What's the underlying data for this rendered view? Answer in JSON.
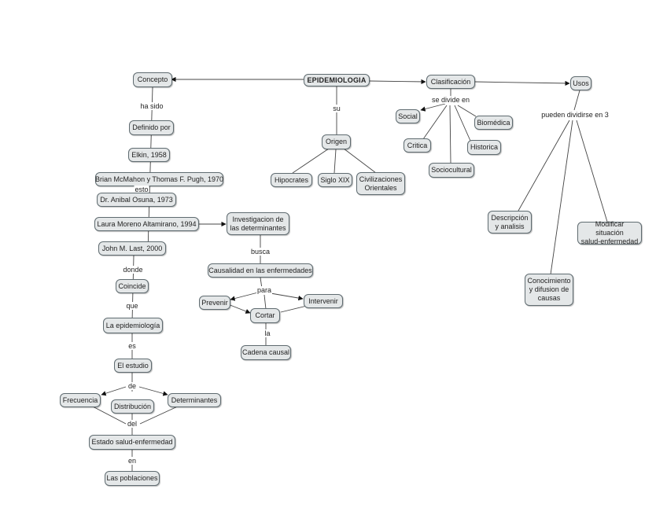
{
  "concept_map": {
    "root": "EPIDEMIOLOGIA",
    "concepto": "Concepto",
    "clasificacion": "Clasificación",
    "usos": "Usos",
    "origen": "Origen",
    "definido_por": "Definido por",
    "elkin": "Elkin, 1958",
    "mcmahon": "Brian McMahon y Thomas F. Pugh, 1970",
    "osuna": "Dr. Anibal Osuna, 1973",
    "moreno": "Laura Moreno Altamirano, 1994",
    "last": "John M. Last, 2000",
    "coincide": "Coincide",
    "la_epidemiologia": "La epidemiología",
    "el_estudio": "El estudio",
    "frecuencia": "Frecuencia",
    "distribucion": "Distribución",
    "determinantes": "Determinantes",
    "estado": "Estado salud-enfermedad",
    "poblaciones": "Las poblaciones",
    "investigacion": "Investigacion de\nlas determinantes",
    "causalidad": "Causalidad en las enfermedades",
    "prevenir": "Prevenir",
    "intervenir": "Intervenir",
    "cortar": "Cortar",
    "cadena": "Cadena causal",
    "hipocrates": "Hipocrates",
    "siglo": "Siglo XIX",
    "civilizaciones": "Civilizaciones\nOrientales",
    "social": "Social",
    "biomedica": "Biomédica",
    "critica": "Critica",
    "historica": "Historica",
    "sociocultural": "Sociocultural",
    "descripcion": "Descripción\ny analisis",
    "modificar": "Modificar situación\nsalud-enfermedad",
    "conocimiento": "Conocimiento\ny difusion de\ncausas"
  },
  "link_labels": {
    "ha_sido": "ha sido",
    "su": "su",
    "se_divide_en": "se divide en",
    "pueden": "pueden dividirse en 3",
    "esto": "esto",
    "donde": "donde",
    "que": "que",
    "es": "es",
    "de": "de",
    "del": "del",
    "en": "en",
    "busca": "busca",
    "para": "para",
    "la": "la"
  }
}
